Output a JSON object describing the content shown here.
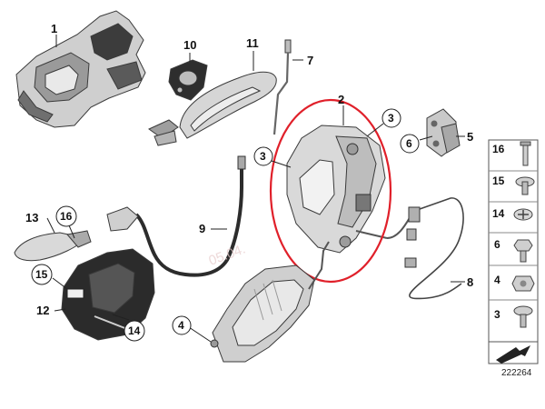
{
  "diagram": {
    "callouts": {
      "c1": "1",
      "c10": "10",
      "c11": "11",
      "c7": "7",
      "c2": "2",
      "c3a": "3",
      "c3b": "3",
      "c6": "6",
      "c5": "5",
      "c13": "13",
      "c16": "16",
      "c9": "9",
      "c15": "15",
      "c12": "12",
      "c14": "14",
      "c4": "4",
      "c8": "8"
    },
    "watermark": "05.04.",
    "diagram_id": "222264",
    "side_panel": {
      "items": [
        {
          "label": "16",
          "icon": "guide-pin-icon"
        },
        {
          "label": "15",
          "icon": "clip-icon"
        },
        {
          "label": "14",
          "icon": "torx-screw-icon"
        },
        {
          "label": "6",
          "icon": "hex-bolt-icon"
        },
        {
          "label": "4",
          "icon": "hex-nut-icon"
        },
        {
          "label": "3",
          "icon": "flange-screw-icon"
        }
      ]
    },
    "highlight_color": "#e0202a"
  }
}
